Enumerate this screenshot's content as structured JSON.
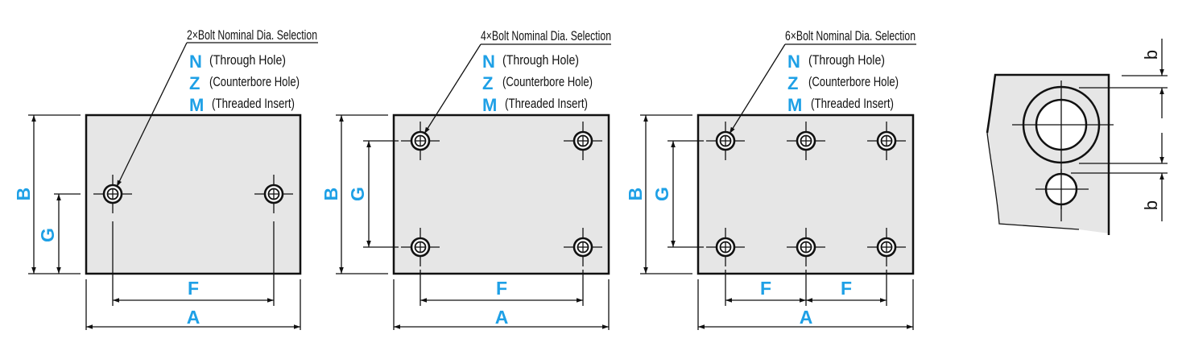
{
  "panels": [
    {
      "callout": "2×Bolt Nominal Dia. Selection"
    },
    {
      "callout": "4×Bolt Nominal Dia. Selection"
    },
    {
      "callout": "6×Bolt Nominal Dia. Selection"
    }
  ],
  "options": [
    {
      "code": "N",
      "desc": "(Through Hole)"
    },
    {
      "code": "Z",
      "desc": "(Counterbore Hole)"
    },
    {
      "code": "M",
      "desc": "(Threaded Insert)"
    }
  ],
  "dims": {
    "A": "A",
    "B": "B",
    "F": "F",
    "G": "G",
    "b": "b"
  },
  "colors": {
    "accent": "#1ea0e6",
    "plate": "#e6e6e6"
  }
}
